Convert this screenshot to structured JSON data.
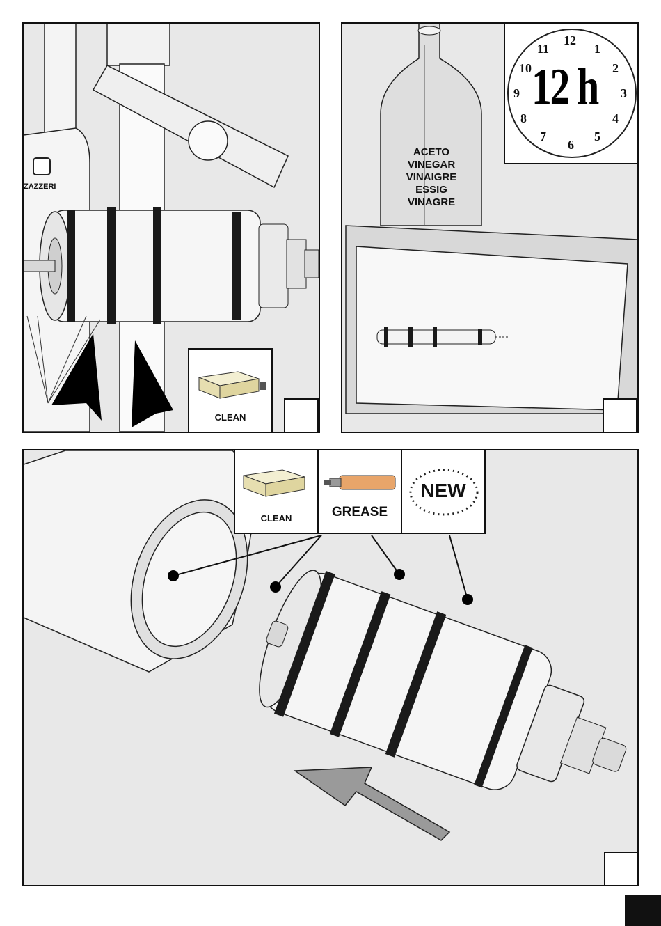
{
  "panel_a": {
    "brand": "ZAZZERI",
    "icon_label": "CLEAN"
  },
  "panel_b": {
    "bottle_text": [
      "ACETO",
      "VINEGAR",
      "VINAIGRE",
      "ESSIG",
      "VINAGRE"
    ],
    "clock_numbers": [
      "12",
      "1",
      "2",
      "3",
      "4",
      "5",
      "6",
      "7",
      "8",
      "9",
      "10",
      "11"
    ],
    "clock_duration": "12 h"
  },
  "panel_c": {
    "icons": {
      "clean": "CLEAN",
      "grease": "GREASE",
      "new": "NEW"
    }
  },
  "colors": {
    "border": "#111111",
    "panel_bg": "#e8e8e8",
    "ring": "#1a1a1a",
    "page_tab": "#111111"
  }
}
